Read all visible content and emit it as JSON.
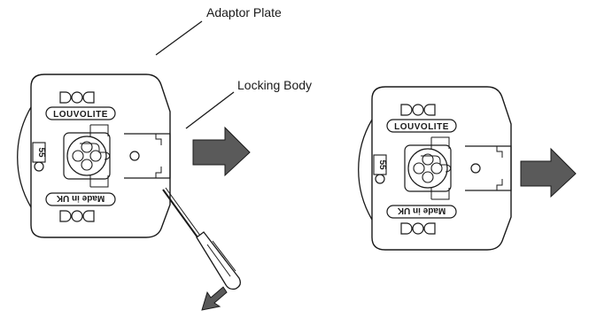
{
  "labels": {
    "adaptor_plate": "Adaptor Plate",
    "locking_body": "Locking Body"
  },
  "plate_markings": {
    "brand": "LOUVOLITE",
    "made_in": "Made in UK",
    "size_code": "55"
  },
  "colors": {
    "line": "#1a1a1a",
    "arrow_fill": "#5a5a5a",
    "tool_fill": "#ffffff"
  },
  "icons": {
    "arrow": "right-arrow-icon",
    "tool": "screwdriver-icon"
  }
}
